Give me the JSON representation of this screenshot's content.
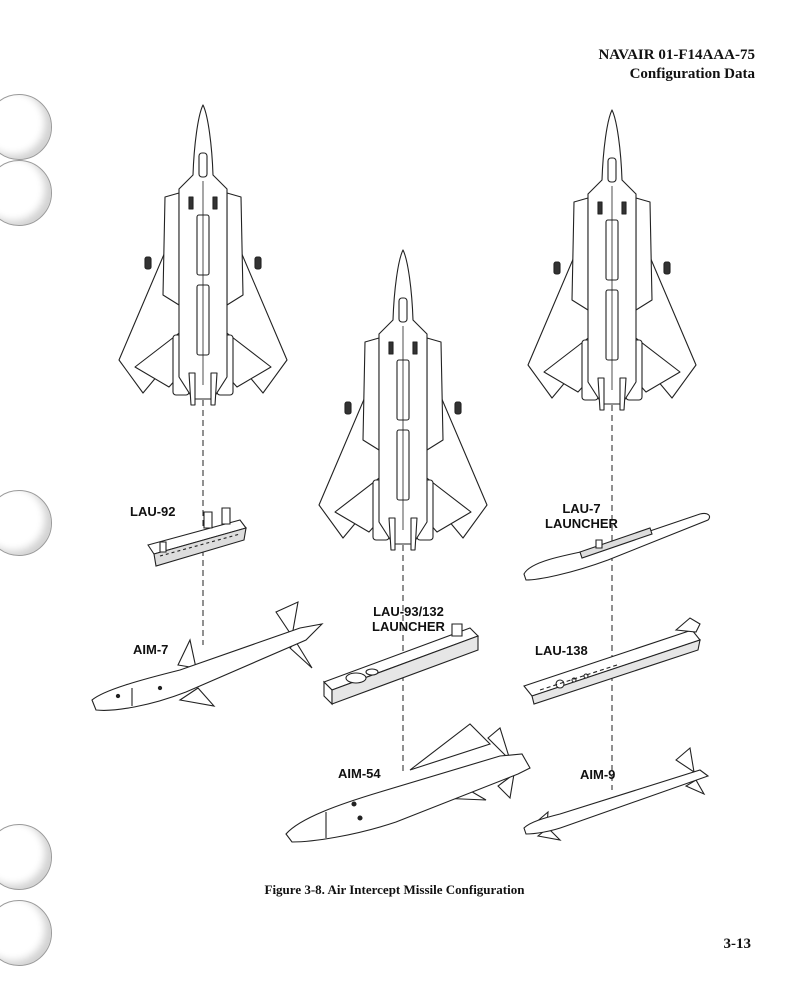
{
  "header": {
    "doc_id": "NAVAIR 01-F14AAA-75",
    "section": "Configuration Data"
  },
  "labels": {
    "lau92": "LAU-92",
    "aim7": "AIM-7",
    "lau93_line1": "LAU-93/132",
    "lau93_line2": "LAUNCHER",
    "aim54": "AIM-54",
    "lau7_line1": "LAU-7",
    "lau7_line2": "LAUNCHER",
    "lau138": "LAU-138",
    "aim9": "AIM-9"
  },
  "caption": "Figure 3-8. Air Intercept Missile Configuration",
  "page_number": "3-13"
}
